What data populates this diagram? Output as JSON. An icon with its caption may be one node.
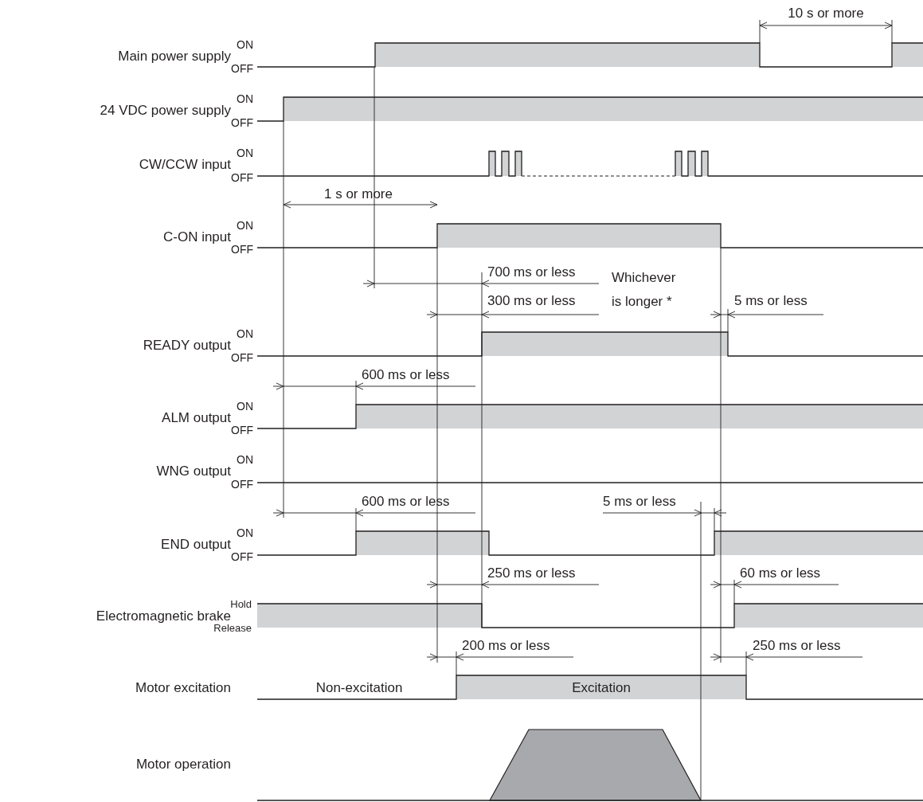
{
  "diagram": {
    "labels": [
      "10 s or more",
      "ON",
      "Main power supply",
      "OFF",
      "ON",
      "24 VDC power supply",
      "OFF",
      "ON",
      "CW/CCW input",
      "OFF",
      "1 s or more",
      "ON",
      "C-ON input",
      "OFF",
      "700 ms or less",
      "Whichever is longer *",
      "300 ms or less",
      "5 ms or less",
      "ON",
      "READY output",
      "OFF",
      "600 ms or less",
      "ON",
      "ALM output",
      "OFF",
      "ON",
      "WNG output",
      "OFF",
      "600 ms or less",
      "5 ms or less",
      "ON",
      "END output",
      "OFF",
      "250 ms or less",
      "60 ms or less",
      "Hold",
      "Electromagnetic brake",
      "Release",
      "200 ms or less",
      "250 ms or less",
      "Motor excitation",
      "Non-excitation",
      "Excitation",
      "Motor operation"
    ]
  }
}
